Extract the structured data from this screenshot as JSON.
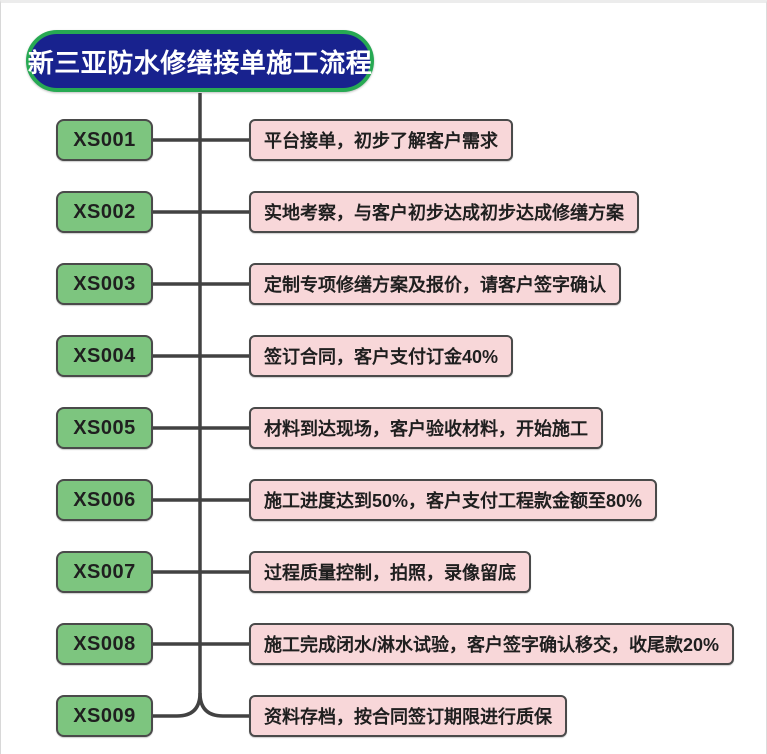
{
  "title": "新三亚防水修缮接单施工流程",
  "steps": [
    {
      "code": "XS001",
      "description": "平台接单，初步了解客户需求"
    },
    {
      "code": "XS002",
      "description": "实地考察，与客户初步达成初步达成修缮方案"
    },
    {
      "code": "XS003",
      "description": "定制专项修缮方案及报价，请客户签字确认"
    },
    {
      "code": "XS004",
      "description": "签订合同，客户支付订金40%"
    },
    {
      "code": "XS005",
      "description": "材料到达现场，客户验收材料，开始施工"
    },
    {
      "code": "XS006",
      "description": "施工进度达到50%，客户支付工程款金额至80%"
    },
    {
      "code": "XS007",
      "description": "过程质量控制，拍照，录像留底"
    },
    {
      "code": "XS008",
      "description": "施工完成闭水/淋水试验，客户签字确认移交，收尾款20%"
    },
    {
      "code": "XS009",
      "description": "资料存档，按合同签订期限进行质保"
    }
  ],
  "colors": {
    "title_bg": "#18228e",
    "title_border": "#27a953",
    "title_text": "#ffffff",
    "code_bg": "#7dc57f",
    "code_border": "#4a4a4a",
    "desc_bg": "#f8d7d9",
    "desc_border": "#4a4a4a",
    "text": "#1f1f1f",
    "line": "#424242"
  }
}
